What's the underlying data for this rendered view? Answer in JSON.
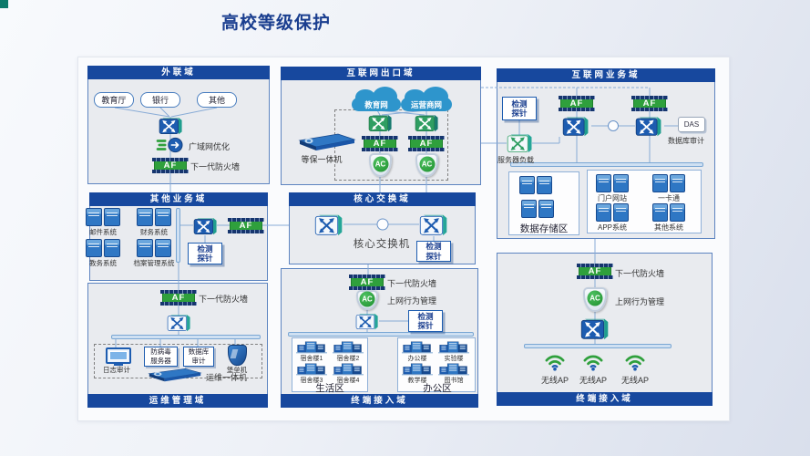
{
  "title": "高校等级保护",
  "icons": {
    "af": "AF",
    "ac": "AC",
    "das": "DAS"
  },
  "zoneA": {
    "title": "外联域",
    "box1": "教育厅",
    "box2": "银行",
    "box3": "其他",
    "wan": "广域网优化",
    "fw": "下一代防火墙"
  },
  "zoneB": {
    "title": "互联网出口域",
    "cloud1": "教育网",
    "cloud2": "运营商网",
    "appliance": "等保一体机"
  },
  "zoneC": {
    "title": "互联网业务域",
    "probe": "检测\n探针",
    "lb": "服务器负载",
    "db_audit": "数据库审计",
    "storage": "数据存储区",
    "g1": "门户网站",
    "g2": "一卡通",
    "g3": "APP系统",
    "g4": "其他系统"
  },
  "zoneD": {
    "title": "其他业务域",
    "s1": "邮件系统",
    "s2": "财务系统",
    "s3": "教务系统",
    "s4": "档案管理系统",
    "probe": "检测\n探针"
  },
  "zoneE": {
    "title": "核心交换域",
    "core": "核心交换机",
    "probe": "检测\n探针"
  },
  "zoneF": {
    "title": "运维管理域",
    "fw": "下一代防火墙",
    "log": "日志审计",
    "av": "防病毒\n服务器",
    "db": "数据库\n审计",
    "fort": "堡垒机",
    "appliance": "运维一体机"
  },
  "zoneG": {
    "title": "终端接入域",
    "fw": "下一代防火墙",
    "ac": "上网行为管理",
    "probe": "检测\n探针",
    "b1": "宿舍楼1",
    "b2": "宿舍楼2",
    "b3": "宿舍楼3",
    "b4": "宿舍楼4",
    "living": "生活区",
    "o1": "办公楼",
    "o2": "实验楼",
    "o3": "教学楼",
    "o4": "图书馆",
    "office": "办公区"
  },
  "zoneH": {
    "title": "终端接入域",
    "fw": "下一代防火墙",
    "ac": "上网行为管理",
    "ap": "无线AP"
  }
}
